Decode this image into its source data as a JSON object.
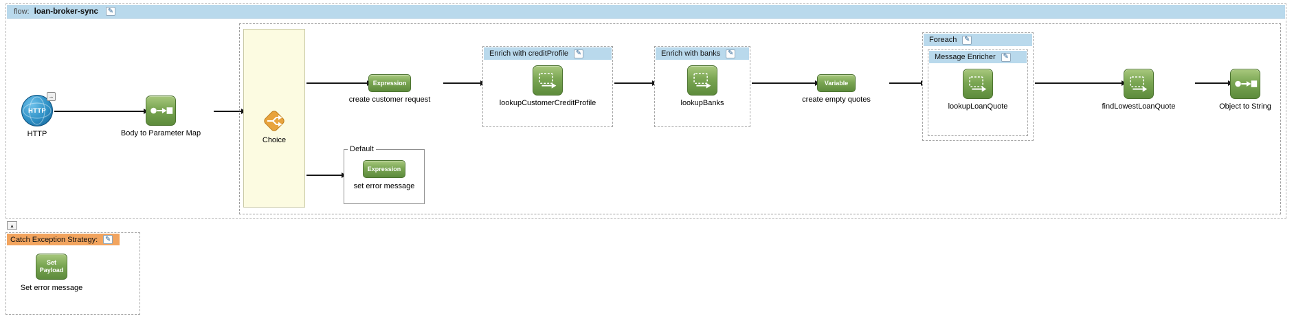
{
  "flow": {
    "kind_label": "flow:",
    "name": "loan-broker-sync"
  },
  "icons": {
    "edit": "✎",
    "collapse": "▴",
    "source_badge": "→"
  },
  "nodes": {
    "http": {
      "label": "HTTP",
      "icon_text": "HTTP"
    },
    "body_to_parameter_map": {
      "label": "Body to Parameter Map"
    },
    "choice": {
      "label": "Choice"
    },
    "create_customer_request": {
      "label": "create customer request",
      "icon_text": "Expression"
    },
    "enrich_with_credit_profile": {
      "title": "Enrich with creditProfile",
      "child": {
        "label": "lookupCustomerCreditProfile"
      }
    },
    "enrich_with_banks": {
      "title": "Enrich with banks",
      "child": {
        "label": "lookupBanks"
      }
    },
    "create_empty_quotes": {
      "label": "create empty quotes",
      "icon_text": "Variable"
    },
    "foreach": {
      "title": "Foreach",
      "message_enricher": {
        "title": "Message Enricher",
        "child": {
          "label": "lookupLoanQuote"
        }
      }
    },
    "find_lowest_loan_quote": {
      "label": "findLowestLoanQuote"
    },
    "object_to_string": {
      "label": "Object to String"
    },
    "default_branch": {
      "title": "Default",
      "child": {
        "label": "set error message",
        "icon_text": "Expression"
      }
    }
  },
  "exception_strategy": {
    "title": "Catch Exception Strategy:",
    "child": {
      "label": "Set error message",
      "icon_text": "Set Payload"
    }
  },
  "colors": {
    "flow_header_bg": "#b9d9ec",
    "scope_header_bg": "#b9d9ec",
    "exception_header_bg": "#f2a45e",
    "choice_scope_bg": "#fcfbe1",
    "component_green": "#5d8b3c",
    "http_blue": "#2d8fc4"
  }
}
